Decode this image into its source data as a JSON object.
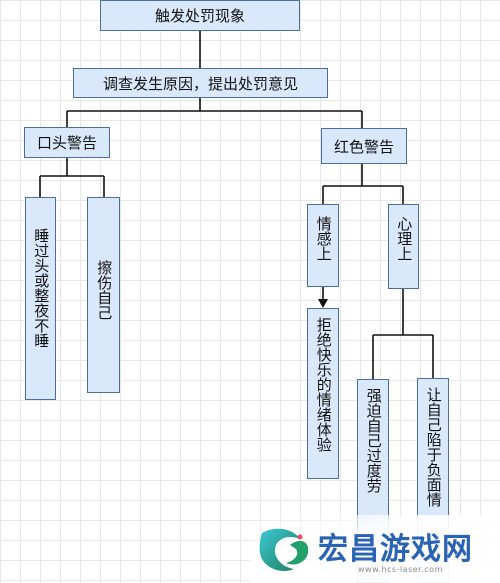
{
  "nodes": {
    "root": "触发处罚现象",
    "investigate": "调查发生原因，提出处罚意见",
    "verbal_warning": "口头警告",
    "red_warning": "红色警告",
    "oversleep": "睡过头或整夜不睡",
    "self_scratch": "擦伤自己",
    "emotional": "情感上",
    "psychological": "心理上",
    "reject_happy": "拒绝快乐的情绪体验",
    "force_overwork": "强迫自己过度劳",
    "trap_negative": "让自己陷于负面情"
  },
  "watermark": {
    "text": "宏昌游戏网",
    "url": "www.hcs-laser.com"
  },
  "colors": {
    "node_fill": "#dae8fc",
    "node_border": "#4a6f9c",
    "edge": "#111111"
  }
}
